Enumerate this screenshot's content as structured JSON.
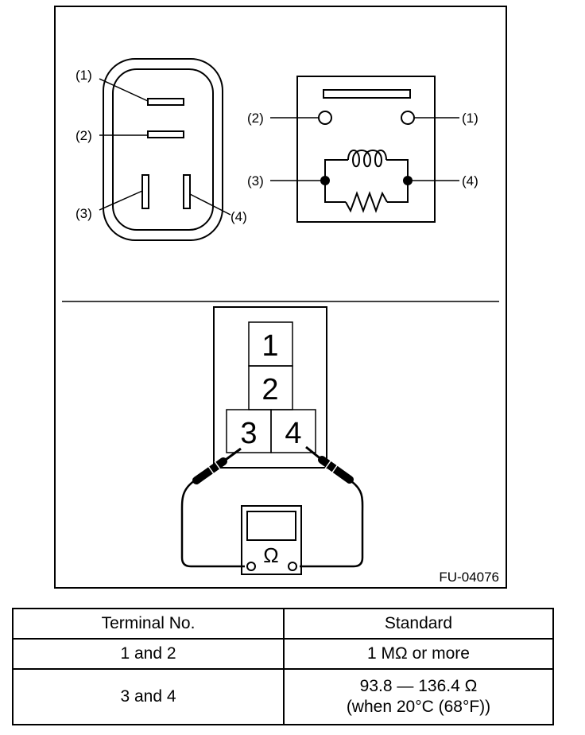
{
  "figure": {
    "code": "FU-04076",
    "connector_terminal_labels": [
      "(1)",
      "(2)",
      "(3)",
      "(4)"
    ],
    "circuit_terminal_labels": [
      "(1)",
      "(2)",
      "(3)",
      "(4)"
    ],
    "harness_terminal_numbers": [
      "1",
      "2",
      "3",
      "4"
    ],
    "meter_symbol": "Ω"
  },
  "table": {
    "headers": [
      "Terminal No.",
      "Standard"
    ],
    "rows": [
      {
        "terminal": "1 and 2",
        "standard": [
          "1 MΩ or more"
        ]
      },
      {
        "terminal": "3 and 4",
        "standard": [
          "93.8 — 136.4 Ω",
          "(when 20°C (68°F))"
        ]
      }
    ]
  }
}
